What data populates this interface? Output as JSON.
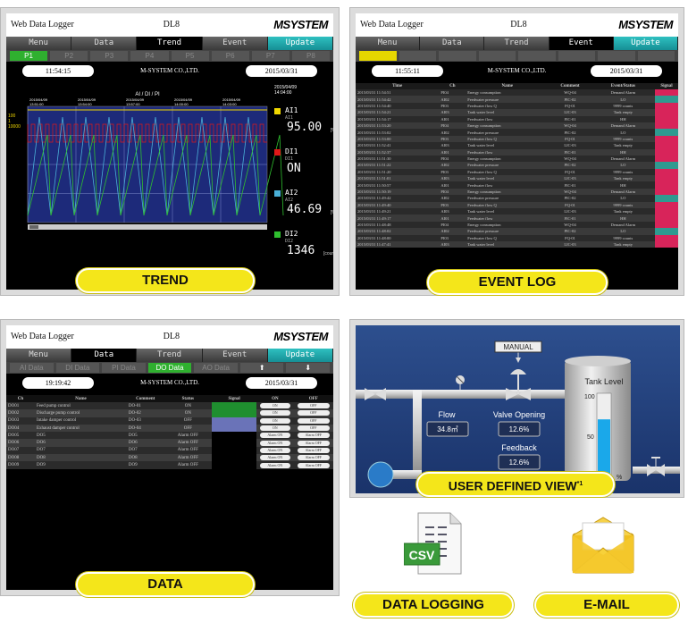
{
  "app_title": "Web Data Logger",
  "model": "DL8",
  "brand": "MSYSTEM",
  "company": "M-SYSTEM CO.,LTD.",
  "menu_tabs": [
    "Menu",
    "Data",
    "Trend",
    "Event",
    "Update"
  ],
  "trend": {
    "subtabs": [
      "P1",
      "P2",
      "P3",
      "P4",
      "P5",
      "P6",
      "P7",
      "P8"
    ],
    "time": "11:54:15",
    "date": "2015/03/31",
    "chart_title": "AI / DI / PI",
    "top_right_datetime": [
      "2015/04/09",
      "14:04:00"
    ],
    "timestamps": [
      "2015/04/09\n13:51:00",
      "2015/04/09\n13:54:00",
      "2015/04/09\n13:57:00",
      "2015/04/09\n14:00:00",
      "2015/04/09\n14:03:00"
    ],
    "channels": [
      {
        "name": "AI1",
        "sub": "AI1",
        "value": "95.00",
        "unit": "[%]",
        "color": "#f1d800"
      },
      {
        "name": "DI1",
        "sub": "DI1",
        "value": "ON",
        "unit": "",
        "color": "#e01818"
      },
      {
        "name": "AI2",
        "sub": "AI2",
        "value": "46.69",
        "unit": "[%]",
        "color": "#4ab0d8"
      },
      {
        "name": "DI2",
        "sub": "DI2",
        "value": "1346",
        "unit": "[count]",
        "color": "#2fbf2f"
      }
    ],
    "side_numbers": [
      "100",
      "1",
      "10000"
    ],
    "label": "TREND"
  },
  "event": {
    "time": "11:55:11",
    "date": "2015/03/31",
    "columns": [
      "Time",
      "Ch",
      "Name",
      "Comment",
      "Event/Status",
      "Signal"
    ],
    "rows": [
      [
        "2015/03/31 11:54:51",
        "PI04",
        "Energy consumption",
        "WQ-04",
        "Demand Alarm",
        "#d8245a"
      ],
      [
        "2015/03/31 11:54:42",
        "AI02",
        "Feedwater pressure",
        "PIC-02",
        "LO",
        "#2f9a90"
      ],
      [
        "2015/03/31 11:54:40",
        "PI03",
        "Feedwater flow Q",
        "FQ-01",
        "9999 counts",
        "#d8245a"
      ],
      [
        "2015/03/31 11:54:21",
        "AI03",
        "Tank water level",
        "LIC-03",
        "Tank empty",
        "#d8245a"
      ],
      [
        "2015/03/31 11:54:17",
        "AI01",
        "Feedwater flow",
        "FIC-01",
        "HH",
        "#d8245a"
      ],
      [
        "2015/03/31 11:53:20",
        "PI04",
        "Energy consumption",
        "WQ-04",
        "Demand Alarm",
        "#d8245a"
      ],
      [
        "2015/03/31 11:53:02",
        "AI02",
        "Feedwater pressure",
        "PIC-02",
        "LO",
        "#2f9a90"
      ],
      [
        "2015/03/31 11:53:00",
        "PI03",
        "Feedwater flow Q",
        "FQ-01",
        "9999 counts",
        "#d8245a"
      ],
      [
        "2015/03/31 11:52:41",
        "AI03",
        "Tank water level",
        "LIC-03",
        "Tank empty",
        "#d8245a"
      ],
      [
        "2015/03/31 11:52:37",
        "AI01",
        "Feedwater flow",
        "FIC-01",
        "HH",
        "#d8245a"
      ],
      [
        "2015/03/31 11:51:30",
        "PI04",
        "Energy consumption",
        "WQ-04",
        "Demand Alarm",
        "#d8245a"
      ],
      [
        "2015/03/31 11:51:22",
        "AI02",
        "Feedwater pressure",
        "PIC-02",
        "LO",
        "#2f9a90"
      ],
      [
        "2015/03/31 11:51:20",
        "PI03",
        "Feedwater flow Q",
        "FQ-01",
        "9999 counts",
        "#d8245a"
      ],
      [
        "2015/03/31 11:51:01",
        "AI03",
        "Tank water level",
        "LIC-03",
        "Tank empty",
        "#d8245a"
      ],
      [
        "2015/03/31 11:50:57",
        "AI01",
        "Feedwater flow",
        "FIC-01",
        "HH",
        "#d8245a"
      ],
      [
        "2015/03/31 11:50:19",
        "PI04",
        "Energy consumption",
        "WQ-04",
        "Demand Alarm",
        "#d8245a"
      ],
      [
        "2015/03/31 11:49:42",
        "AI02",
        "Feedwater pressure",
        "PIC-02",
        "LO",
        "#2f9a90"
      ],
      [
        "2015/03/31 11:49:40",
        "PI03",
        "Feedwater flow Q",
        "FQ-01",
        "9999 counts",
        "#d8245a"
      ],
      [
        "2015/03/31 11:49:21",
        "AI03",
        "Tank water level",
        "LIC-03",
        "Tank empty",
        "#d8245a"
      ],
      [
        "2015/03/31 11:49:17",
        "AI01",
        "Feedwater flow",
        "FIC-01",
        "HH",
        "#d8245a"
      ],
      [
        "2015/03/31 11:48:48",
        "PI04",
        "Energy consumption",
        "WQ-04",
        "Demand Alarm",
        "#d8245a"
      ],
      [
        "2015/03/31 11:48:02",
        "AI02",
        "Feedwater pressure",
        "PIC-02",
        "LO",
        "#2f9a90"
      ],
      [
        "2015/03/31 11:48:00",
        "PI03",
        "Feedwater flow Q",
        "FQ-01",
        "9999 counts",
        "#d8245a"
      ],
      [
        "2015/03/31 11:47:41",
        "AI03",
        "Tank water level",
        "LIC-03",
        "Tank empty",
        "#d8245a"
      ]
    ],
    "label": "EVENT LOG"
  },
  "data": {
    "subtabs": [
      "AI Data",
      "DI Data",
      "PI Data",
      "DO Data",
      "AO Data",
      "⬆",
      "⬇"
    ],
    "time": "19:19:42",
    "date": "2015/03/31",
    "columns": [
      "Ch",
      "Name",
      "Comment",
      "Status",
      "Signal",
      "ON",
      "OFF"
    ],
    "rows": [
      [
        "DO01",
        "Feed pump control",
        "DO-01",
        "ON",
        "#1f8f2f",
        "ON",
        "OFF"
      ],
      [
        "DO02",
        "Discharge pump control",
        "DO-02",
        "ON",
        "#1f8f2f",
        "ON",
        "OFF"
      ],
      [
        "DO03",
        "Intake damper control",
        "DO-03",
        "OFF",
        "#6a73b8",
        "ON",
        "OFF"
      ],
      [
        "DO04",
        "Exhaust damper control",
        "DO-04",
        "OFF",
        "#6a73b8",
        "ON",
        "OFF"
      ],
      [
        "DO05",
        "DO5",
        "DO5",
        "Alarm OFF",
        "",
        "Alarm ON",
        "Alarm OFF"
      ],
      [
        "DO06",
        "DO6",
        "DO6",
        "Alarm OFF",
        "",
        "Alarm ON",
        "Alarm OFF"
      ],
      [
        "DO07",
        "DO7",
        "DO7",
        "Alarm OFF",
        "",
        "Alarm ON",
        "Alarm OFF"
      ],
      [
        "DO08",
        "DO8",
        "DO8",
        "Alarm OFF",
        "",
        "Alarm ON",
        "Alarm OFF"
      ],
      [
        "DO09",
        "DO9",
        "DO9",
        "Alarm OFF",
        "",
        "Alarm ON",
        "Alarm OFF"
      ]
    ],
    "label": "DATA"
  },
  "udv": {
    "manual": "MANUAL",
    "tank_title": "Tank Level",
    "tank_ticks": [
      "100",
      "50",
      "0"
    ],
    "tank_unit": "%",
    "tank_level_fraction": 0.7,
    "flow_label": "Flow",
    "flow_value": "34.8㎥",
    "valve_label": "Valve Opening",
    "valve_value": "12.6%",
    "feedback_label": "Feedback",
    "feedback_value": "12.6%",
    "label": "USER DEFINED VIEW",
    "footnote": "*1"
  },
  "csv": {
    "icon_text": "CSV",
    "label": "DATA LOGGING"
  },
  "email": {
    "label": "E-MAIL"
  }
}
